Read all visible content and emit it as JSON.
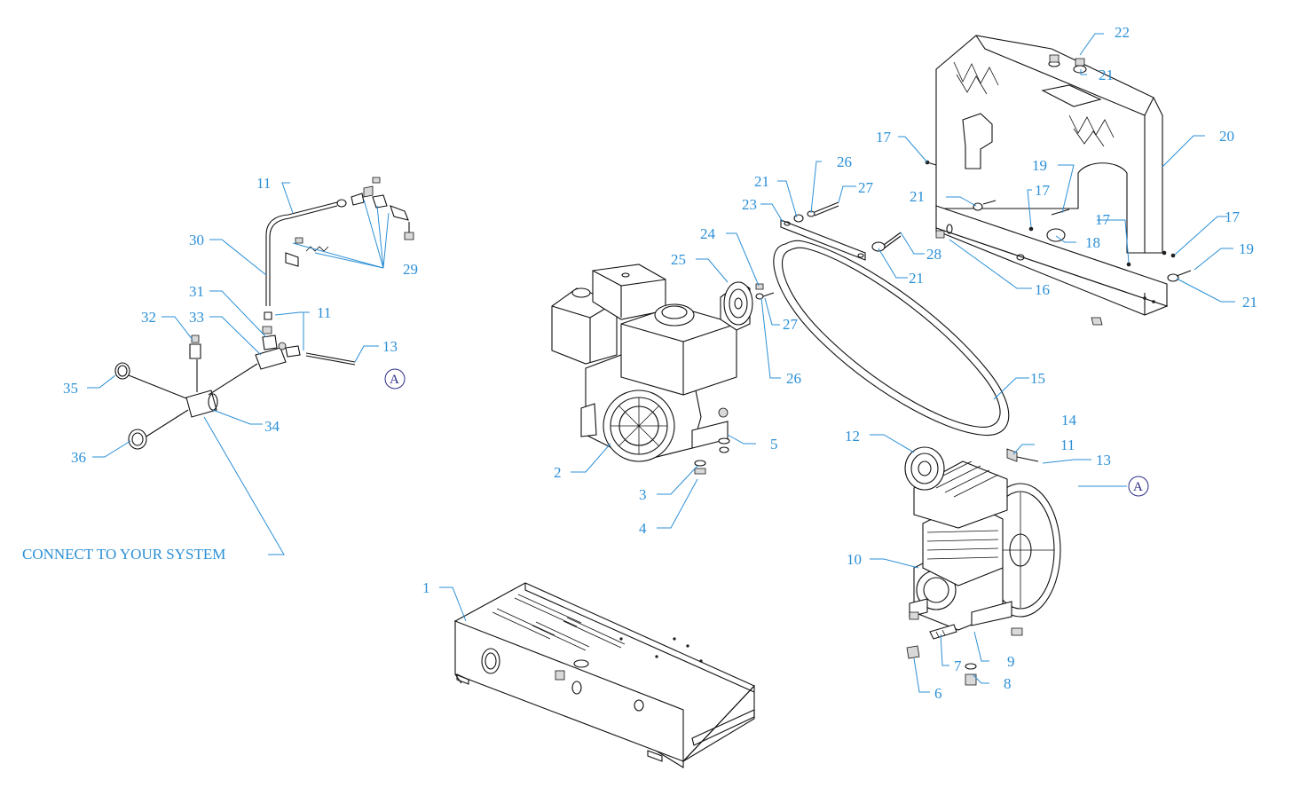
{
  "caption": "CONNECT TO YOUR SYSTEM",
  "reference_marker": "A",
  "callouts": [
    {
      "id": "c1",
      "text": "1"
    },
    {
      "id": "c2",
      "text": "2"
    },
    {
      "id": "c3",
      "text": "3"
    },
    {
      "id": "c4",
      "text": "4"
    },
    {
      "id": "c5",
      "text": "5"
    },
    {
      "id": "c6",
      "text": "6"
    },
    {
      "id": "c7",
      "text": "7"
    },
    {
      "id": "c8",
      "text": "8"
    },
    {
      "id": "c9",
      "text": "9"
    },
    {
      "id": "c10",
      "text": "10"
    },
    {
      "id": "c11a",
      "text": "11"
    },
    {
      "id": "c11b",
      "text": "11"
    },
    {
      "id": "c11c",
      "text": "11"
    },
    {
      "id": "c12",
      "text": "12"
    },
    {
      "id": "c13a",
      "text": "13"
    },
    {
      "id": "c13b",
      "text": "13"
    },
    {
      "id": "c14",
      "text": "14"
    },
    {
      "id": "c15",
      "text": "15"
    },
    {
      "id": "c16",
      "text": "16"
    },
    {
      "id": "c17a",
      "text": "17"
    },
    {
      "id": "c17b",
      "text": "17"
    },
    {
      "id": "c17c",
      "text": "17"
    },
    {
      "id": "c17d",
      "text": "17"
    },
    {
      "id": "c18",
      "text": "18"
    },
    {
      "id": "c19a",
      "text": "19"
    },
    {
      "id": "c19b",
      "text": "19"
    },
    {
      "id": "c20",
      "text": "20"
    },
    {
      "id": "c21a",
      "text": "21"
    },
    {
      "id": "c21b",
      "text": "21"
    },
    {
      "id": "c21c",
      "text": "21"
    },
    {
      "id": "c21d",
      "text": "21"
    },
    {
      "id": "c21e",
      "text": "21"
    },
    {
      "id": "c22",
      "text": "22"
    },
    {
      "id": "c23",
      "text": "23"
    },
    {
      "id": "c24",
      "text": "24"
    },
    {
      "id": "c25",
      "text": "25"
    },
    {
      "id": "c26a",
      "text": "26"
    },
    {
      "id": "c26b",
      "text": "26"
    },
    {
      "id": "c27a",
      "text": "27"
    },
    {
      "id": "c27b",
      "text": "27"
    },
    {
      "id": "c28",
      "text": "28"
    },
    {
      "id": "c29",
      "text": "29"
    },
    {
      "id": "c30",
      "text": "30"
    },
    {
      "id": "c31",
      "text": "31"
    },
    {
      "id": "c32",
      "text": "32"
    },
    {
      "id": "c33",
      "text": "33"
    },
    {
      "id": "c34",
      "text": "34"
    },
    {
      "id": "c35",
      "text": "35"
    },
    {
      "id": "c36",
      "text": "36"
    }
  ]
}
